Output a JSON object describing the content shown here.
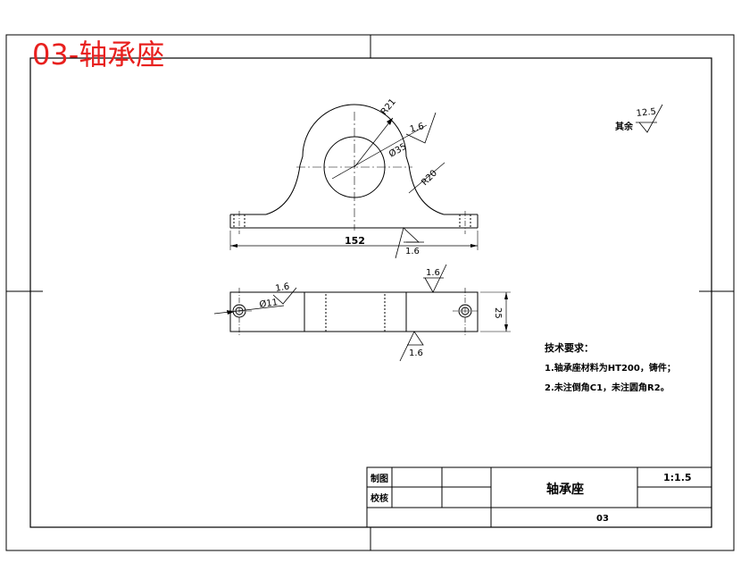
{
  "overlay_title": "03-轴承座",
  "colors": {
    "overlay_title": "#e8201e",
    "line": "#000000",
    "background": "#ffffff"
  },
  "dimensions": {
    "r21": "R21",
    "dia35": "Ø35",
    "r20": "R20",
    "len152": "152",
    "dia11": "Ø11",
    "h25": "25"
  },
  "roughness": {
    "r_bore": "1.6",
    "r_bottom_front": "1.6",
    "r_top_plan": "1.6",
    "r_hole_plan": "1.6",
    "r_bottom_plan": "1.6",
    "other_label": "其余",
    "other_value": "12.5"
  },
  "tech_requirements": {
    "heading": "技术要求：",
    "item1": "1.轴承座材料为HT200，铸件；",
    "item2": "2.未注倒角C1，未注圆角R2。"
  },
  "title_block": {
    "drawn_label": "制图",
    "checked_label": "校核",
    "part_name": "轴承座",
    "scale": "1:1.5",
    "drawing_number": "03"
  }
}
